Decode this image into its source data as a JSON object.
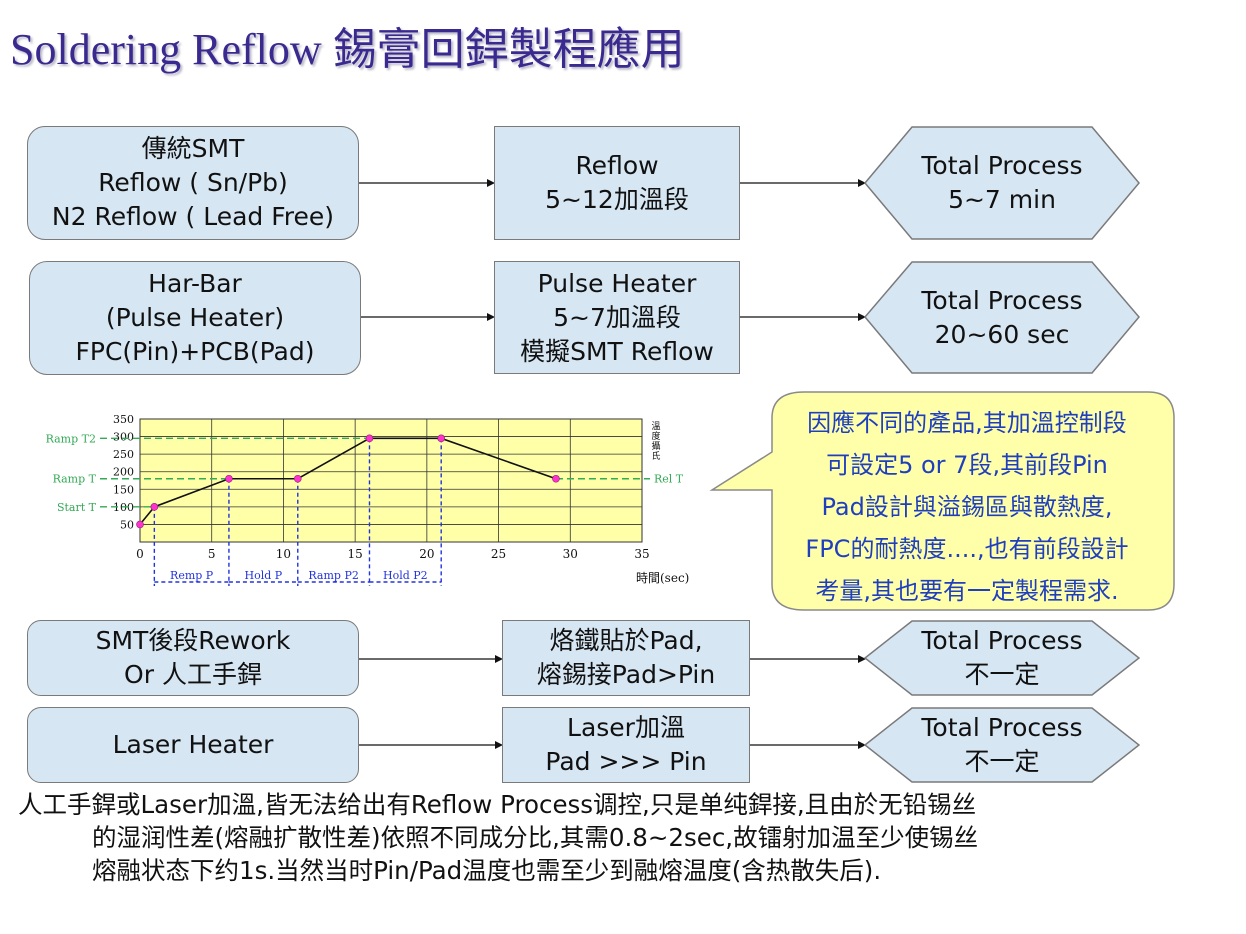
{
  "title": "Soldering Reflow  錫膏回銲製程應用",
  "rows": [
    {
      "left": [
        "傳統SMT",
        "Reflow ( Sn/Pb)",
        "N2 Reflow ( Lead Free)"
      ],
      "middle": [
        "Reflow",
        "5~12加溫段"
      ],
      "right": [
        "Total Process",
        "5~7 min"
      ]
    },
    {
      "left": [
        "Har-Bar",
        "(Pulse Heater)",
        "FPC(Pin)+PCB(Pad)"
      ],
      "middle": [
        "Pulse Heater",
        "5~7加溫段",
        "模擬SMT Reflow"
      ],
      "right": [
        "Total Process",
        "20~60 sec"
      ]
    },
    {
      "left": [
        "SMT後段Rework",
        "Or 人工手銲"
      ],
      "middle": [
        "烙鐵貼於Pad,",
        "熔錫接Pad>Pin"
      ],
      "right": [
        "Total Process",
        "不一定"
      ]
    },
    {
      "left": [
        "Laser Heater"
      ],
      "middle": [
        "Laser加溫",
        "Pad >>> Pin"
      ],
      "right": [
        "Total Process",
        "不一定"
      ]
    }
  ],
  "callout": {
    "lines": [
      "因應不同的產品,其加溫控制段",
      "可設定5 or 7段,其前段Pin",
      "Pad設計與溢錫區與散熱度,",
      "FPC的耐熱度....,也有前段設計",
      "考量,其也要有一定製程需求."
    ]
  },
  "chart_data": {
    "type": "line",
    "x": [
      0,
      1,
      6.2,
      11,
      16,
      21,
      29
    ],
    "y": [
      50,
      100,
      180,
      180,
      295,
      295,
      180
    ],
    "xlim": [
      0,
      35
    ],
    "ylim": [
      0,
      350
    ],
    "xticks": [
      0,
      5,
      10,
      15,
      20,
      25,
      30,
      35
    ],
    "yticks": [
      50,
      100,
      150,
      200,
      250,
      300,
      350
    ],
    "xlabel": "時間(sec)",
    "ylabel": "溫度攝氏",
    "ylabel_chars": [
      "溫",
      "度",
      "攝",
      "氏"
    ],
    "grid": true,
    "reference_lines": [
      {
        "label": "Ramp T2",
        "y": 295
      },
      {
        "label": "Ramp T",
        "y": 180
      },
      {
        "label": "Start T",
        "y": 100
      },
      {
        "label": "Rel T",
        "y": 180
      }
    ],
    "phases": [
      {
        "label": "Remp P",
        "x0": 1,
        "x1": 6.2
      },
      {
        "label": "Hold P",
        "x0": 6.2,
        "x1": 11
      },
      {
        "label": "Ramp P2",
        "x0": 11,
        "x1": 16
      },
      {
        "label": "Hold P2",
        "x0": 16,
        "x1": 21
      }
    ],
    "colors": {
      "plot_bg": "#ffffa8",
      "grid": "#333333",
      "curve": "#111111",
      "points": "#ff33cc",
      "reference": "#33aa55",
      "phase": "#2233dd"
    }
  },
  "bottom_text": [
    "人工手銲或Laser加溫,皆无法给出有Reflow Process调控,只是单纯銲接,且由於无铅锡丝",
    "的湿润性差(熔融扩散性差)依照不同成分比,其需0.8~2sec,故镭射加温至少使锡丝",
    "熔融状态下约1s.当然当时Pin/Pad温度也需至少到融熔温度(含热散失后)."
  ]
}
